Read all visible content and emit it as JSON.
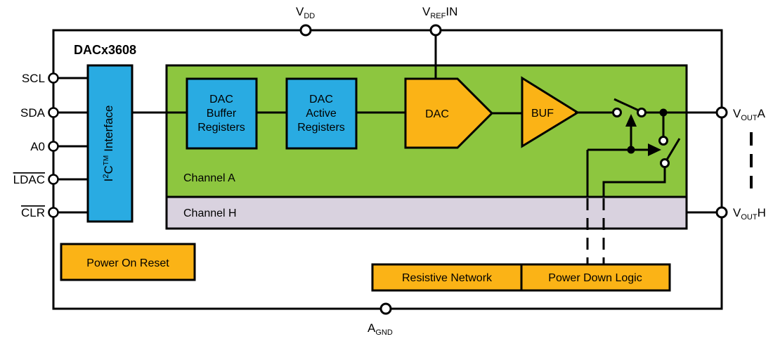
{
  "diagram": {
    "title": "DACx3608",
    "colors": {
      "blue": "#29ABE2",
      "green": "#8DC63F",
      "orange": "#FBB316",
      "lavender": "#D9D2DF",
      "outline": "#000000",
      "background": "#FFFFFF"
    },
    "pins": {
      "scl": "SCL",
      "sda": "SDA",
      "a0": "A0",
      "ldac": "LDAC",
      "clr": "CLR",
      "vdd": {
        "main": "V",
        "sub": "DD",
        "suffix": ""
      },
      "vrefin": {
        "main": "V",
        "sub": "REF",
        "suffix": "IN"
      },
      "vouta": {
        "main": "V",
        "sub": "OUT",
        "suffix": "A"
      },
      "vouth": {
        "main": "V",
        "sub": "OUT",
        "suffix": "H"
      },
      "agnd": {
        "main": "A",
        "sub": "GND",
        "suffix": ""
      }
    },
    "blocks": {
      "i2c": {
        "base": "I",
        "sup2": "2",
        "c": "C",
        "tm": "TM",
        "rest": "Interface"
      },
      "dac_buffer": {
        "line1": "DAC",
        "line2": "Buffer",
        "line3": "Registers"
      },
      "dac_active": {
        "line1": "DAC",
        "line2": "Active",
        "line3": "Registers"
      },
      "dac": "DAC",
      "buf": "BUF",
      "channel_a": "Channel A",
      "channel_h": "Channel H",
      "power_on_reset": "Power On Reset",
      "resistive_network": "Resistive Network",
      "power_down_logic": "Power Down Logic"
    }
  }
}
